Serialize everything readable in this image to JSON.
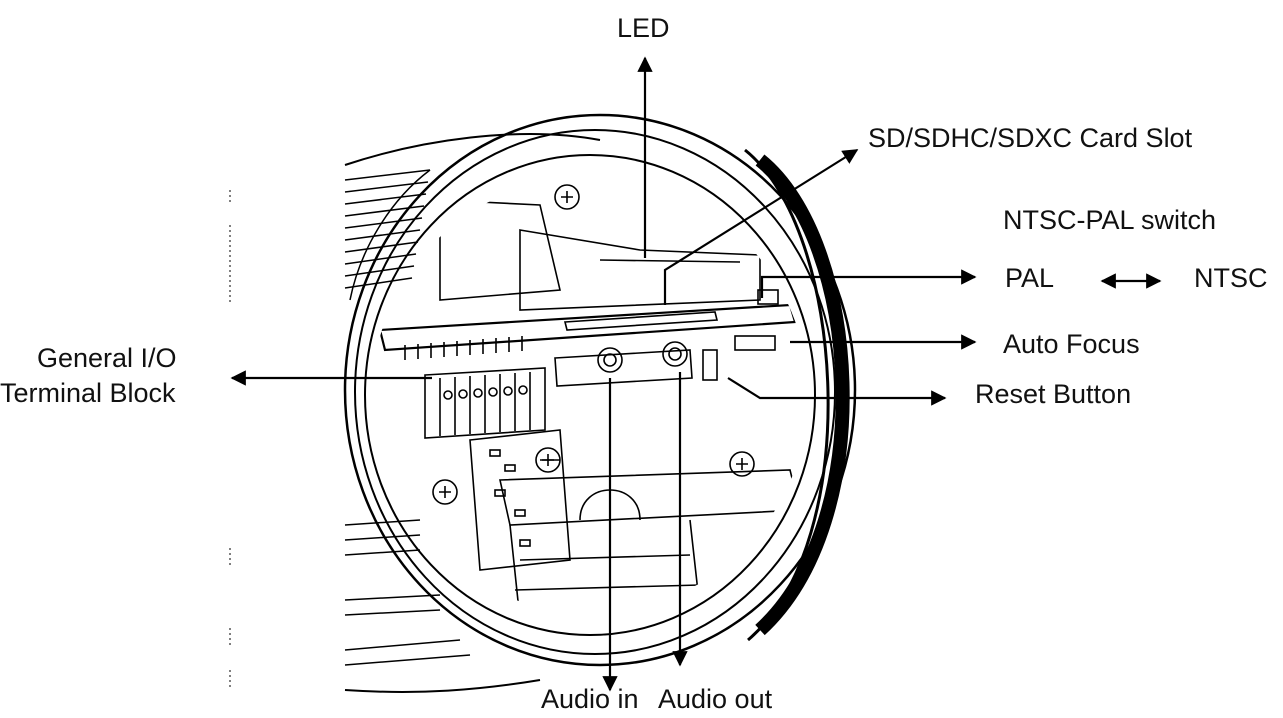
{
  "labels": {
    "led": "LED",
    "sd_slot": "SD/SDHC/SDXC Card Slot",
    "ntsc_pal_switch": "NTSC-PAL switch",
    "pal": "PAL",
    "ntsc": "NTSC",
    "auto_focus": "Auto Focus",
    "reset_button": "Reset Button",
    "general_io_line1": "General I/O",
    "general_io_line2": "Terminal Block",
    "audio_in": "Audio in",
    "audio_out": "Audio out"
  },
  "colors": {
    "line": "#000000",
    "text": "#111111",
    "background": "#ffffff"
  }
}
